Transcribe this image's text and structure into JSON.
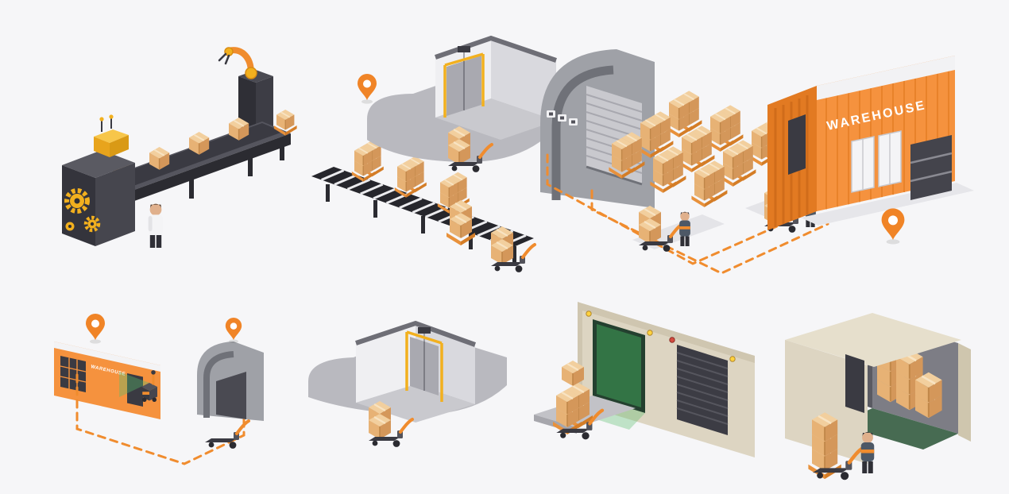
{
  "illustration": {
    "labels": {
      "warehouse_building": "WAREHOUSE",
      "warehouse_small": "WAREHOUSE"
    },
    "palette": {
      "accent_orange": "#f08427",
      "deep_orange": "#d9751f",
      "machine_yellow": "#f2b01e",
      "carton_top": "#f2cf9e",
      "carton_left": "#e7b275",
      "carton_right": "#d4975a",
      "steel_dark": "#3a3a42",
      "steel_mid": "#9a9ca2",
      "steel_light": "#c9c9ce",
      "scan_green": "#4caf6d",
      "wall_beige": "#ddd5c2",
      "background": "#f6f6f8"
    },
    "icons": [
      "location-pin-icon",
      "dock-sign-icons",
      "gear-icon",
      "robot-arm-icon"
    ],
    "scenes": [
      "factory-packing-line",
      "roller-conveyor",
      "freight-elevator-dock",
      "arched-gate",
      "pallet-storage-yard",
      "warehouse-building",
      "receiving-area",
      "freight-elevator-platform",
      "loading-dock-doors",
      "container-loading"
    ]
  }
}
